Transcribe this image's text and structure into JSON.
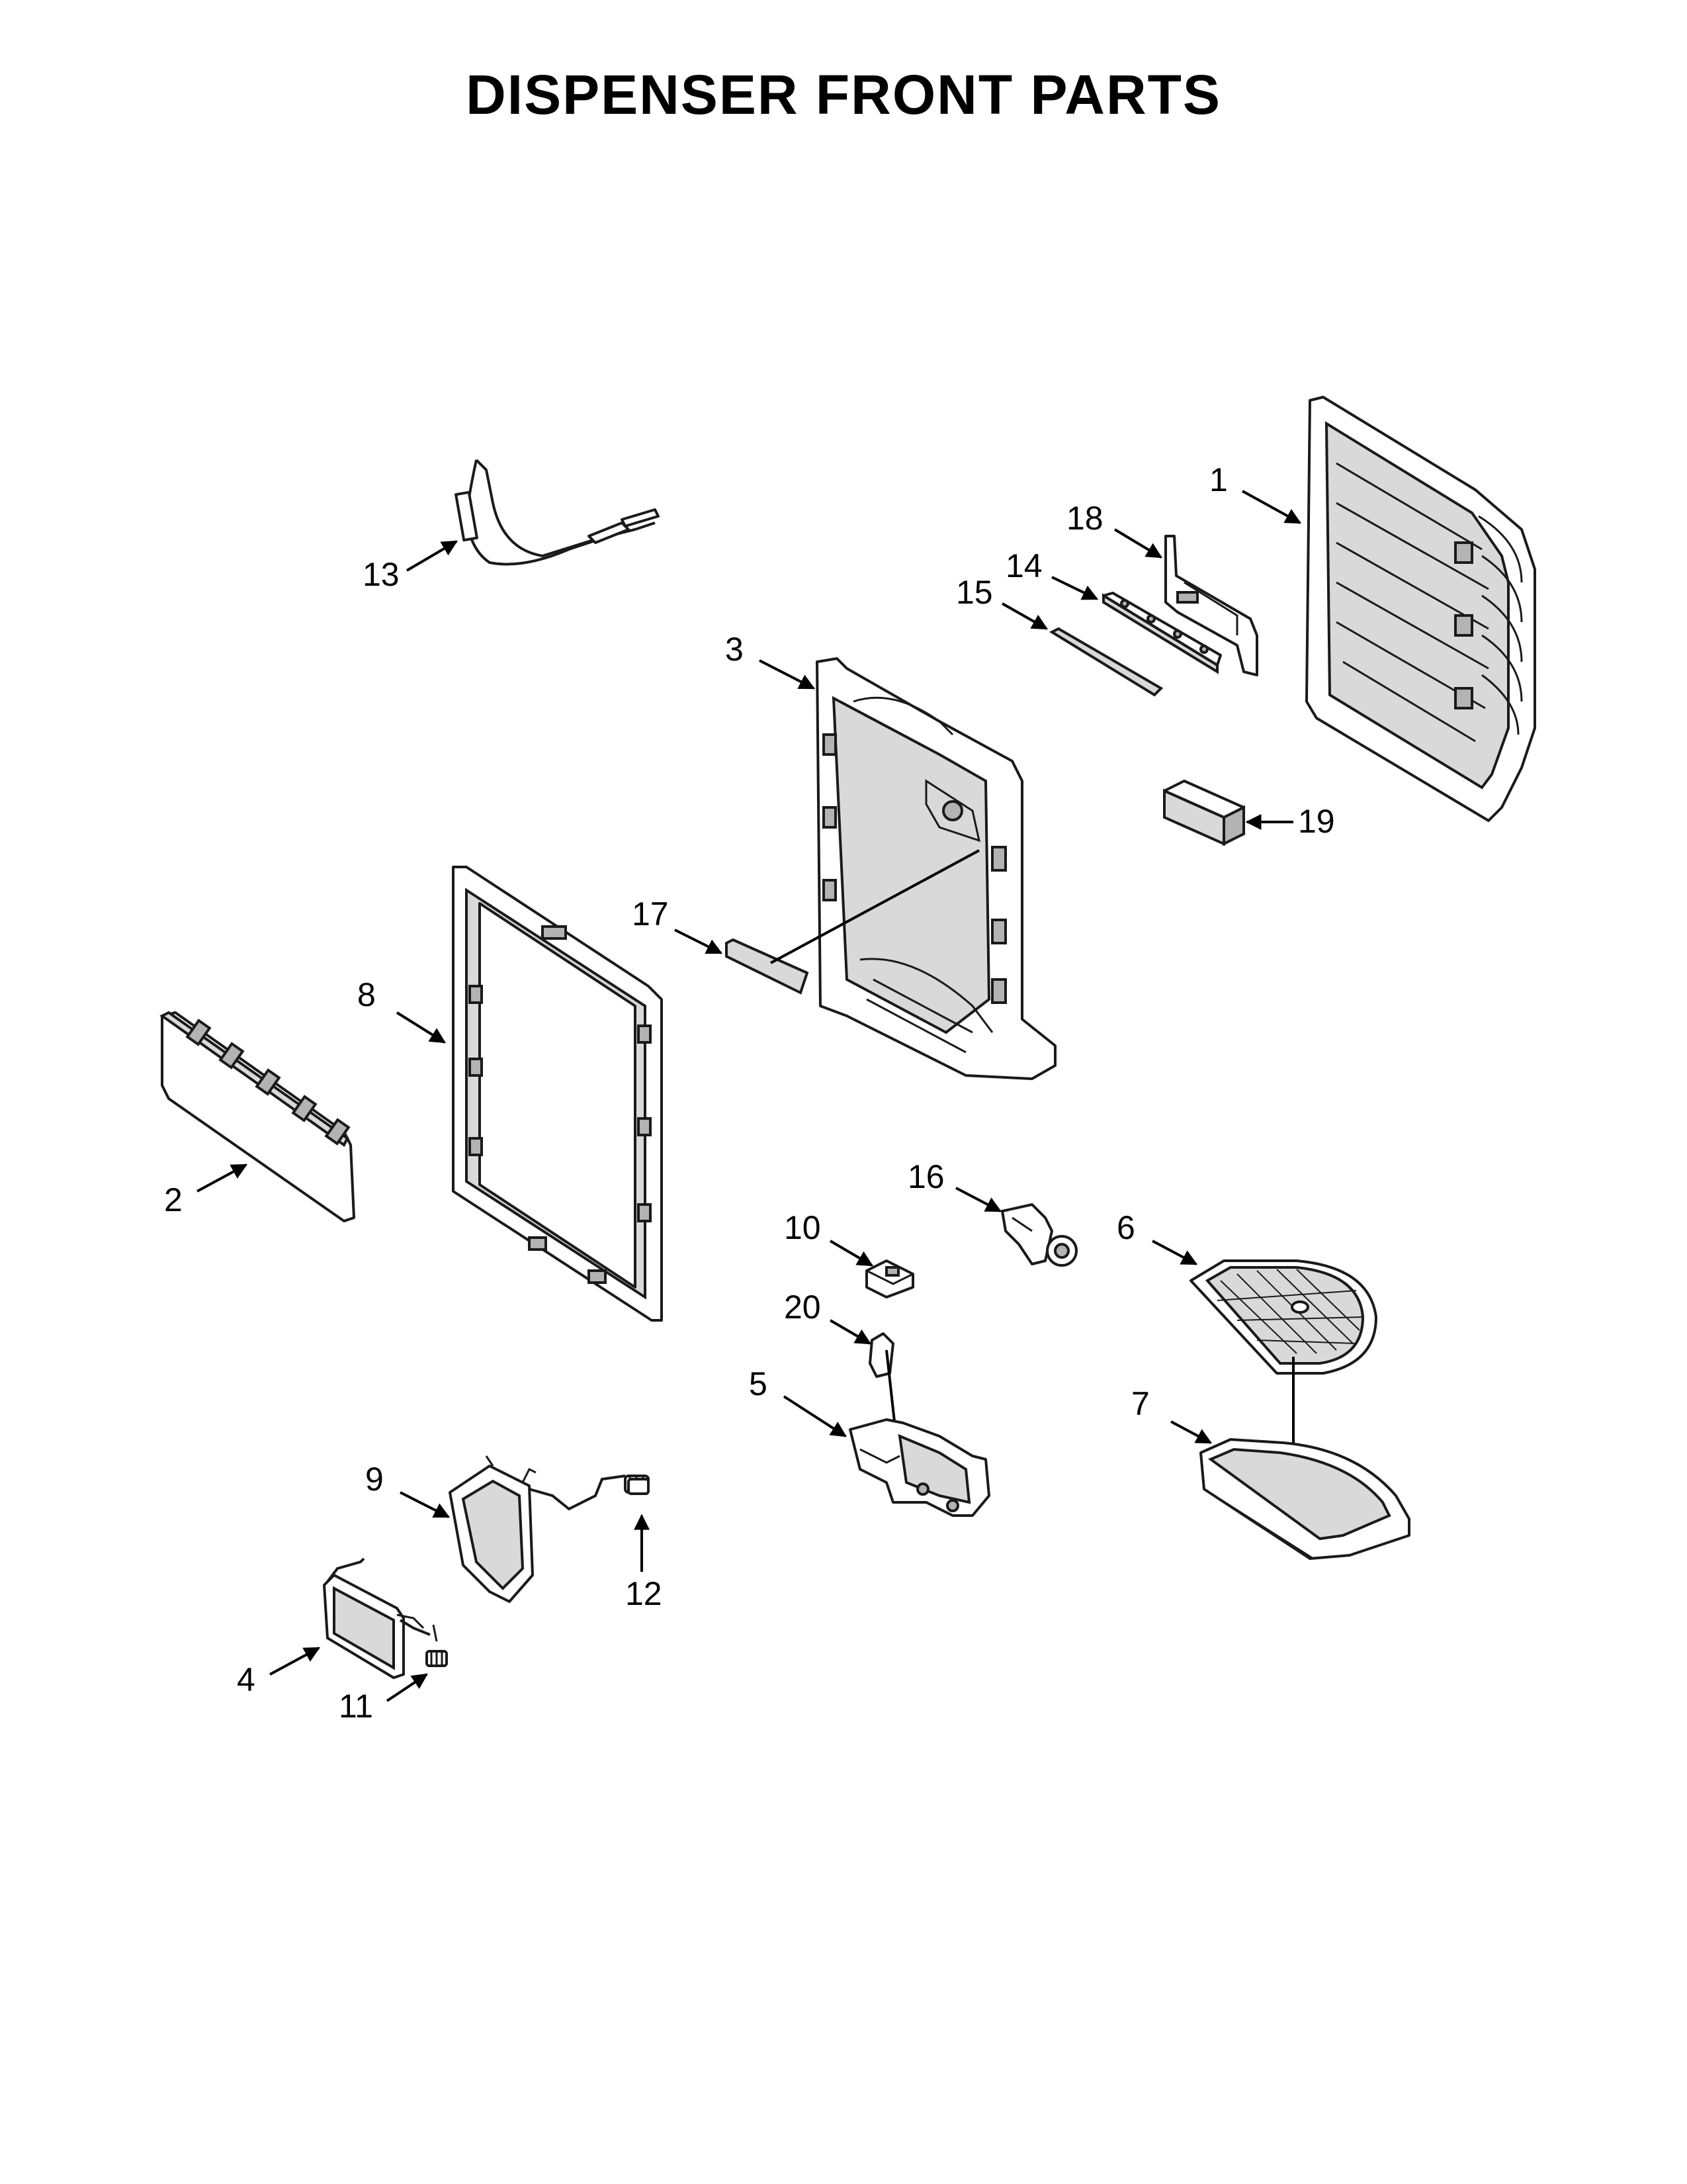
{
  "title": "DISPENSER FRONT PARTS",
  "callouts": [
    "1",
    "2",
    "3",
    "4",
    "5",
    "6",
    "7",
    "8",
    "9",
    "10",
    "11",
    "12",
    "13",
    "14",
    "15",
    "16",
    "17",
    "18",
    "19",
    "20"
  ]
}
